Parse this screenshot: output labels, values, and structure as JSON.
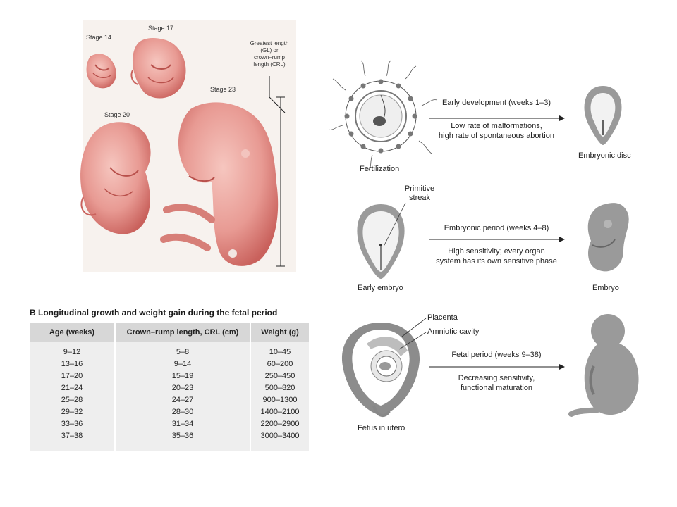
{
  "panel_a": {
    "stage_14": "Stage 14",
    "stage_17": "Stage 17",
    "stage_20": "Stage 20",
    "stage_23": "Stage 23",
    "greatest_length": [
      "Greatest length",
      "(GL) or",
      "crown–rump",
      "length (CRL)"
    ]
  },
  "table": {
    "title": "B  Longitudinal growth and weight gain during the fetal period",
    "headers": [
      "Age (weeks)",
      "Crown–rump length, CRL (cm)",
      "Weight (g)"
    ],
    "rows": [
      [
        "9–12",
        "5–8",
        "10–45"
      ],
      [
        "13–16",
        "9–14",
        "60–200"
      ],
      [
        "17–20",
        "15–19",
        "250–450"
      ],
      [
        "21–24",
        "20–23",
        "500–820"
      ],
      [
        "25–28",
        "24–27",
        "900–1300"
      ],
      [
        "29–32",
        "28–30",
        "1400–2100"
      ],
      [
        "33–36",
        "31–34",
        "2200–2900"
      ],
      [
        "37–38",
        "35–36",
        "3000–3400"
      ]
    ]
  },
  "diagram": {
    "row1": {
      "left_label": "Fertilization",
      "arrow_title": "Early development (weeks 1–3)",
      "arrow_desc": [
        "Low rate of malformations,",
        "high rate of spontaneous abortion"
      ],
      "right_label": "Embryonic disc"
    },
    "row2": {
      "callout": [
        "Primitive",
        "streak"
      ],
      "left_label": "Early embryo",
      "arrow_title": "Embryonic period (weeks 4–8)",
      "arrow_desc": [
        "High sensitivity; every organ",
        "system has its own sensitive phase"
      ],
      "right_label": "Embryo"
    },
    "row3": {
      "callout_1": "Placenta",
      "callout_2": "Amniotic cavity",
      "left_label": "Fetus in utero",
      "arrow_title": "Fetal period (weeks 9–38)",
      "arrow_desc": [
        "Decreasing sensitivity,",
        "functional maturation"
      ]
    }
  },
  "colors": {
    "embryo_pink": "#e89a93",
    "embryo_shadow": "#c9615c",
    "panel_bg": "#f7f2ee",
    "table_header": "#d7d7d7",
    "table_body": "#eeeeee",
    "diagram_gray": "#8c8c8c"
  }
}
